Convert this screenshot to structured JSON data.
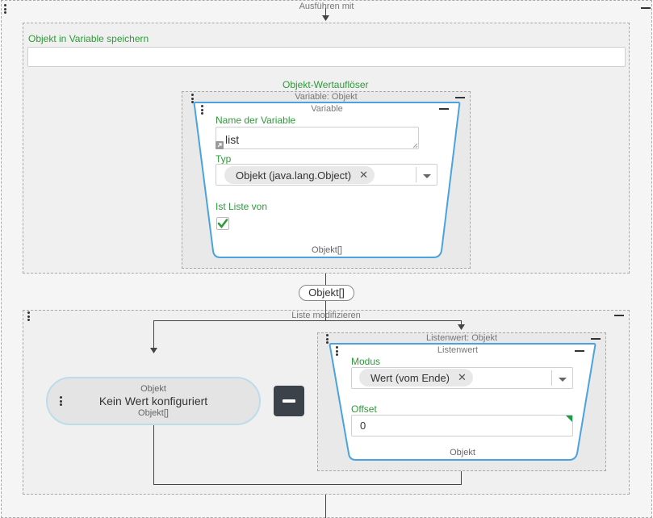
{
  "outer": {
    "title": "Ausführen mit"
  },
  "store": {
    "label": "Objekt in Variable speichern",
    "value": ""
  },
  "resolver": {
    "label": "Objekt-Wertauflöser",
    "box_title": "Variable: Objekt"
  },
  "variable": {
    "title": "Variable",
    "name_label": "Name der Variable",
    "name_value": "list",
    "type_label": "Typ",
    "type_value": "Objekt (java.lang.Object)",
    "list_label": "Ist Liste von",
    "list_checked": true,
    "footer": "Objekt[]"
  },
  "connector": {
    "label": "Objekt[]"
  },
  "modify": {
    "title": "Liste modifizieren"
  },
  "object_node": {
    "top": "Objekt",
    "main": "Kein Wert konfiguriert",
    "bottom": "Objekt[]"
  },
  "listvalue": {
    "box_title": "Listenwert: Objekt",
    "title": "Listenwert",
    "mode_label": "Modus",
    "mode_value": "Wert (vom Ende)",
    "offset_label": "Offset",
    "offset_value": "0",
    "footer": "Objekt"
  },
  "colors": {
    "accent_green": "#2e9a3a",
    "node_blue": "#4aa3df",
    "dark_button": "#3c4249"
  }
}
